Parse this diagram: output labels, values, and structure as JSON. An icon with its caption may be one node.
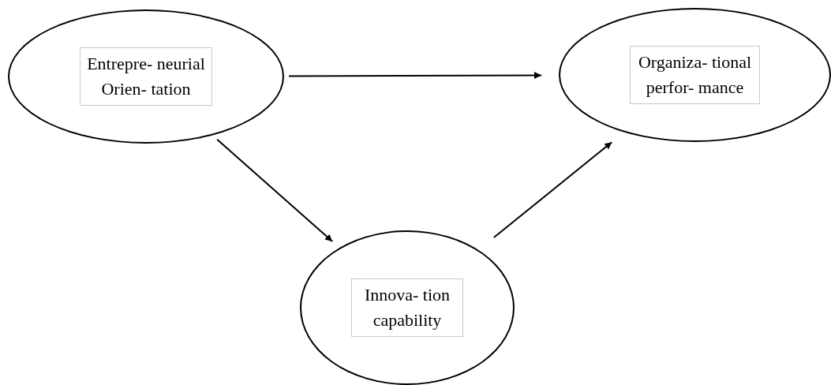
{
  "diagram": {
    "nodes": [
      {
        "text": [
          "Entrepre- neurial Orien- tation"
        ]
      },
      {
        "text": [
          "Organiza- tional perfor- mance"
        ]
      },
      {
        "text": [
          "Innova- tion capability"
        ]
      }
    ],
    "edges": [
      {
        "from": 0,
        "to": 1,
        "arrow": "to"
      },
      {
        "from": 0,
        "to": 2,
        "arrow": "to"
      },
      {
        "from": 2,
        "to": 1,
        "arrow": "to"
      }
    ]
  }
}
